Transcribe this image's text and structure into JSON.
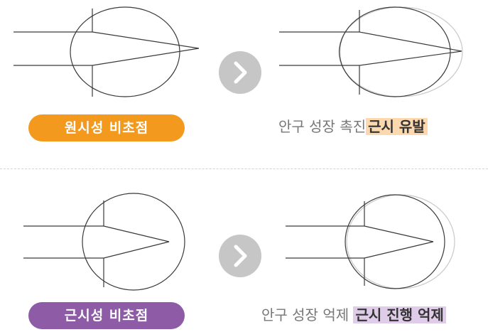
{
  "top_row": {
    "label": "원시성 비초점",
    "caption_prefix": "안구 성장 촉진",
    "caption_highlight": "근시 유발",
    "label_color": "#f39a1e",
    "highlight_color": "#fbd8ad"
  },
  "bottom_row": {
    "label": "근시성 비초점",
    "caption_prefix": "안구 성장 억제",
    "caption_highlight": "근시 진행 억제",
    "label_color": "#8e5ba6",
    "highlight_color": "#dfcce9"
  },
  "icons": {
    "next": "chevron-right-icon"
  }
}
